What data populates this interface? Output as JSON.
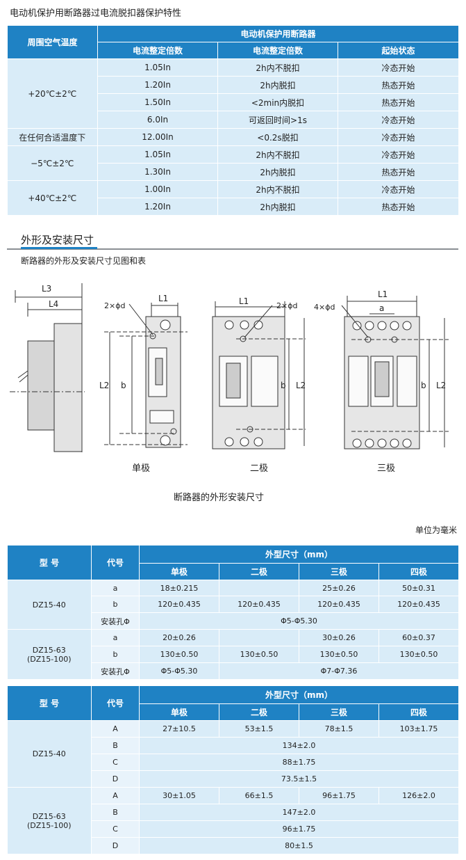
{
  "table1": {
    "title": "电动机保护用断路器过电流脱扣器保护特性",
    "head_temp": "周围空气温度",
    "head_group": "电动机保护用断路器",
    "head_cols": [
      "电流整定倍数",
      "电流整定倍数",
      "起始状态"
    ],
    "groups": [
      {
        "temp": "+20℃±2℃",
        "rows": [
          {
            "mult": "1.05In",
            "action": "2h内不脱扣",
            "state": "冷态开始"
          },
          {
            "mult": "1.20In",
            "action": "2h内脱扣",
            "state": "热态开始"
          },
          {
            "mult": "1.50In",
            "action": "<2min内脱扣",
            "state": "热态开始"
          },
          {
            "mult": "6.0In",
            "action": "可返回时间>1s",
            "state": "冷态开始"
          }
        ]
      },
      {
        "temp": "在任何合适温度下",
        "rows": [
          {
            "mult": "12.00In",
            "action": "<0.2s脱扣",
            "state": "冷态开始"
          }
        ]
      },
      {
        "temp": "−5℃±2℃",
        "rows": [
          {
            "mult": "1.05In",
            "action": "2h内不脱扣",
            "state": "冷态开始"
          },
          {
            "mult": "1.30In",
            "action": "2h内脱扣",
            "state": "热态开始"
          }
        ]
      },
      {
        "temp": "+40℃±2℃",
        "rows": [
          {
            "mult": "1.00In",
            "action": "2h内不脱扣",
            "state": "冷态开始"
          },
          {
            "mult": "1.20In",
            "action": "2h内脱扣",
            "state": "热态开始"
          }
        ]
      }
    ]
  },
  "section": {
    "title": "外形及安装尺寸",
    "subtitle": "断路器的外形及安装尺寸见图和表"
  },
  "figure": {
    "labels": {
      "L1": "L1",
      "L2": "L2",
      "L3": "L3",
      "L4": "L4",
      "b": "b",
      "a": "a",
      "holes2": "2×ϕd",
      "holes4": "4×ϕd"
    },
    "captions": [
      "单极",
      "二极",
      "三极"
    ],
    "title": "断路器的外形安装尺寸"
  },
  "unit_note": "单位为毫米",
  "table2": {
    "head_model": "型 号",
    "head_code": "代号",
    "head_group": "外型尺寸（mm）",
    "head_cols": [
      "单极",
      "二极",
      "三极",
      "四极"
    ],
    "blocks": [
      {
        "model": "DZ15-40",
        "model2": "",
        "rows": [
          {
            "code": "a",
            "cells": [
              "18±0.215",
              "",
              "25±0.26",
              "50±0.31"
            ]
          },
          {
            "code": "b",
            "cells": [
              "120±0.435",
              "120±0.435",
              "120±0.435",
              "120±0.435"
            ]
          },
          {
            "code": "安装孔Φ",
            "span": "Φ5-Φ5.30"
          }
        ]
      },
      {
        "model": "DZ15-63",
        "model2": "(DZ15-100)",
        "rows": [
          {
            "code": "a",
            "cells": [
              "20±0.26",
              "",
              "30±0.26",
              "60±0.37"
            ]
          },
          {
            "code": "b",
            "cells": [
              "130±0.50",
              "130±0.50",
              "130±0.50",
              "130±0.50"
            ]
          },
          {
            "code": "安装孔Φ",
            "first": "Φ5-Φ5.30",
            "rest": "Φ7-Φ7.36"
          }
        ]
      }
    ]
  },
  "table3": {
    "head_model": "型 号",
    "head_code": "代号",
    "head_group": "外型尺寸（mm）",
    "head_cols": [
      "单极",
      "二极",
      "三极",
      "四极"
    ],
    "blocks": [
      {
        "model": "DZ15-40",
        "model2": "",
        "rows": [
          {
            "code": "A",
            "cells": [
              "27±10.5",
              "53±1.5",
              "78±1.5",
              "103±1.75"
            ]
          },
          {
            "code": "B",
            "span": "134±2.0"
          },
          {
            "code": "C",
            "span": "88±1.75"
          },
          {
            "code": "D",
            "span": "73.5±1.5"
          }
        ]
      },
      {
        "model": "DZ15-63",
        "model2": "(DZ15-100)",
        "rows": [
          {
            "code": "A",
            "cells": [
              "30±1.05",
              "66±1.5",
              "96±1.75",
              "126±2.0"
            ]
          },
          {
            "code": "B",
            "span": "147±2.0"
          },
          {
            "code": "C",
            "span": "96±1.75"
          },
          {
            "code": "D",
            "span": "80±1.5"
          }
        ]
      }
    ]
  }
}
